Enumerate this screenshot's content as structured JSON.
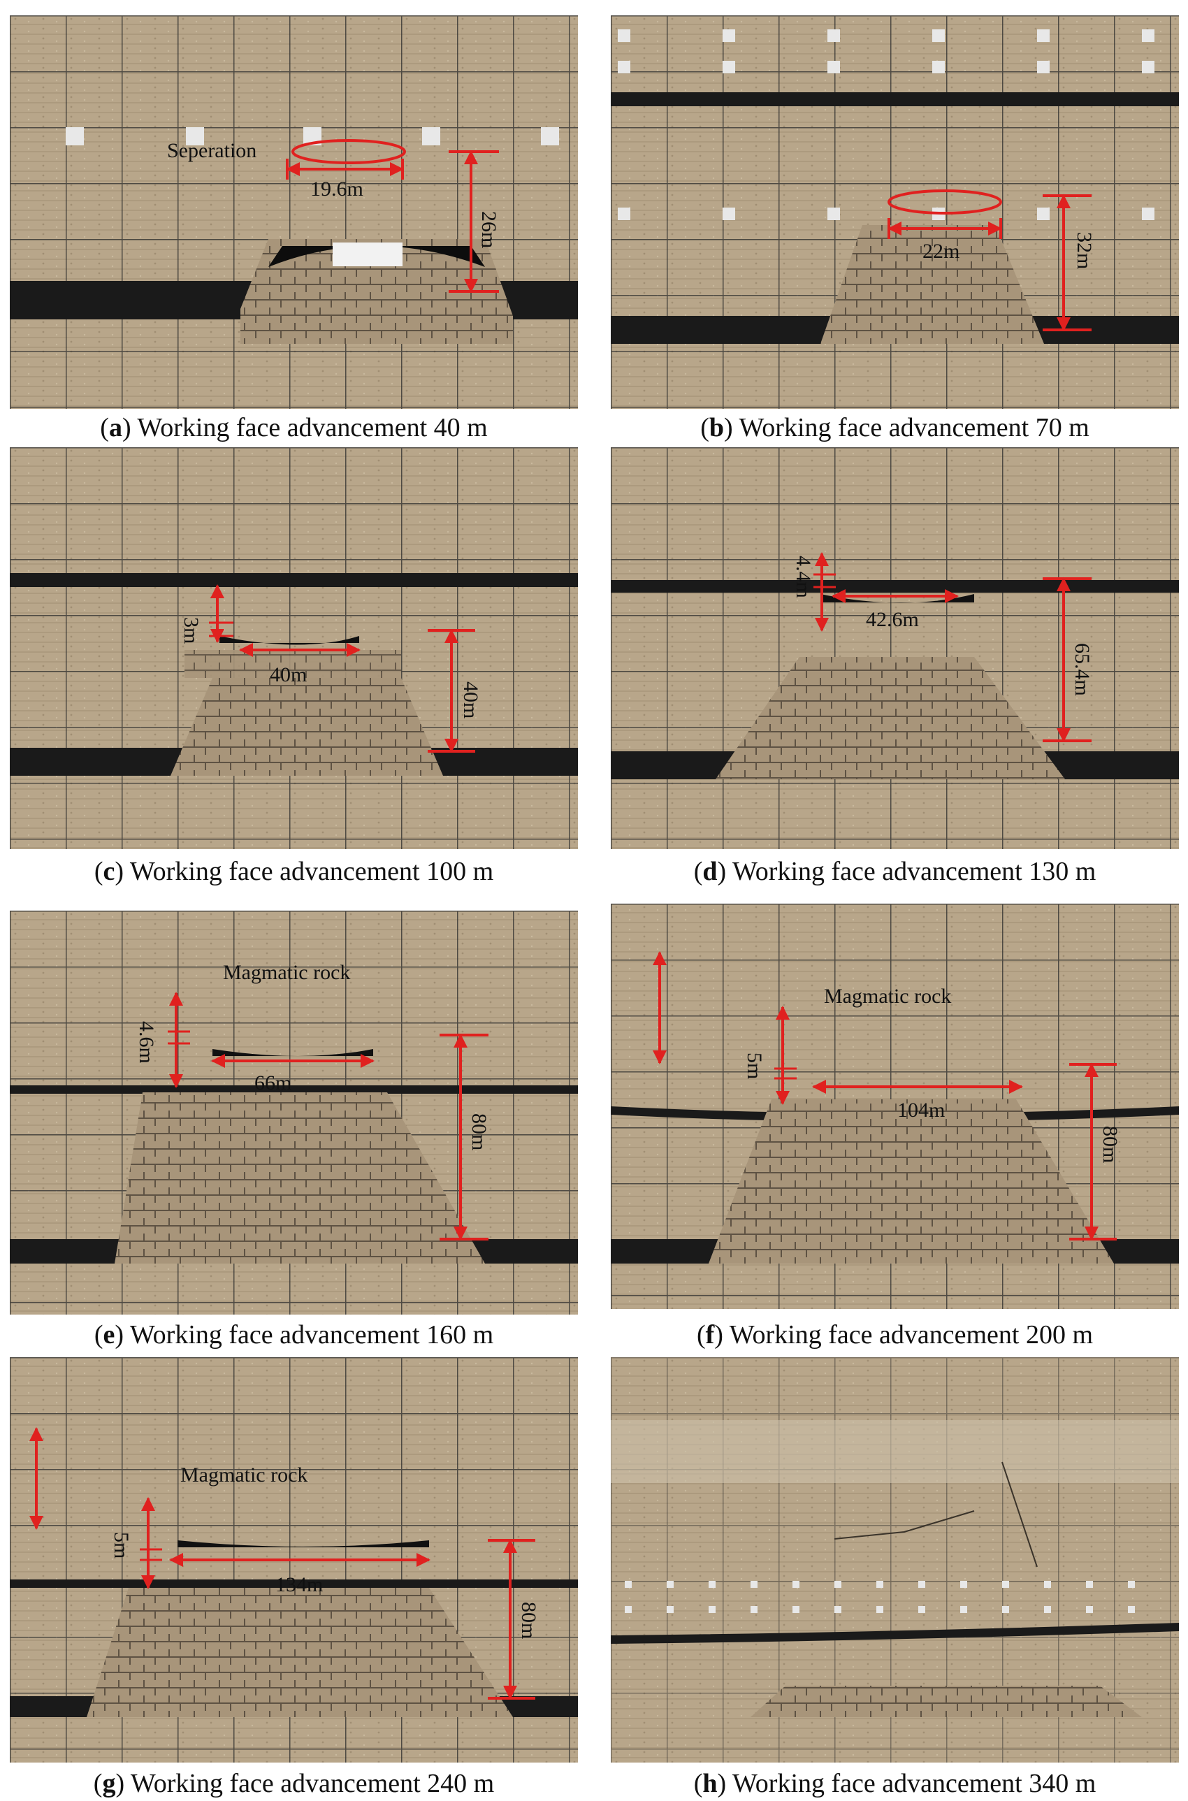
{
  "colors": {
    "annotation_red": "#e0211f",
    "sand": "#b9a78a",
    "coal": "#1a1a1a",
    "grid": "#2b2b2b",
    "marker": "#e8e8e8"
  },
  "panels": [
    {
      "letter": "a",
      "caption": "Working face advancement 40 m",
      "labels": {
        "separation": "Seperation",
        "span": "19.6m",
        "height": "26m"
      }
    },
    {
      "letter": "b",
      "caption": "Working face advancement 70 m",
      "labels": {
        "span": "22m",
        "height": "32m"
      }
    },
    {
      "letter": "c",
      "caption": "Working face advancement 100 m",
      "labels": {
        "gap": "3m",
        "span": "40m",
        "height": "40m"
      }
    },
    {
      "letter": "d",
      "caption": "Working face advancement 130 m",
      "labels": {
        "gap": "4.4m",
        "span": "42.6m",
        "height": "65.4m"
      }
    },
    {
      "letter": "e",
      "caption": "Working face advancement 160 m",
      "labels": {
        "rock": "Magmatic rock",
        "gap": "4.6m",
        "span": "66m",
        "height": "80m"
      }
    },
    {
      "letter": "f",
      "caption": "Working face advancement 200 m",
      "labels": {
        "rock": "Magmatic rock",
        "gap": "5m",
        "span": "104m",
        "height": "80m"
      }
    },
    {
      "letter": "g",
      "caption": "Working face advancement 240 m",
      "labels": {
        "rock": "Magmatic rock",
        "gap": "5m",
        "span": "134m",
        "height": "80m"
      }
    },
    {
      "letter": "h",
      "caption": "Working face advancement 340 m",
      "labels": {}
    }
  ]
}
